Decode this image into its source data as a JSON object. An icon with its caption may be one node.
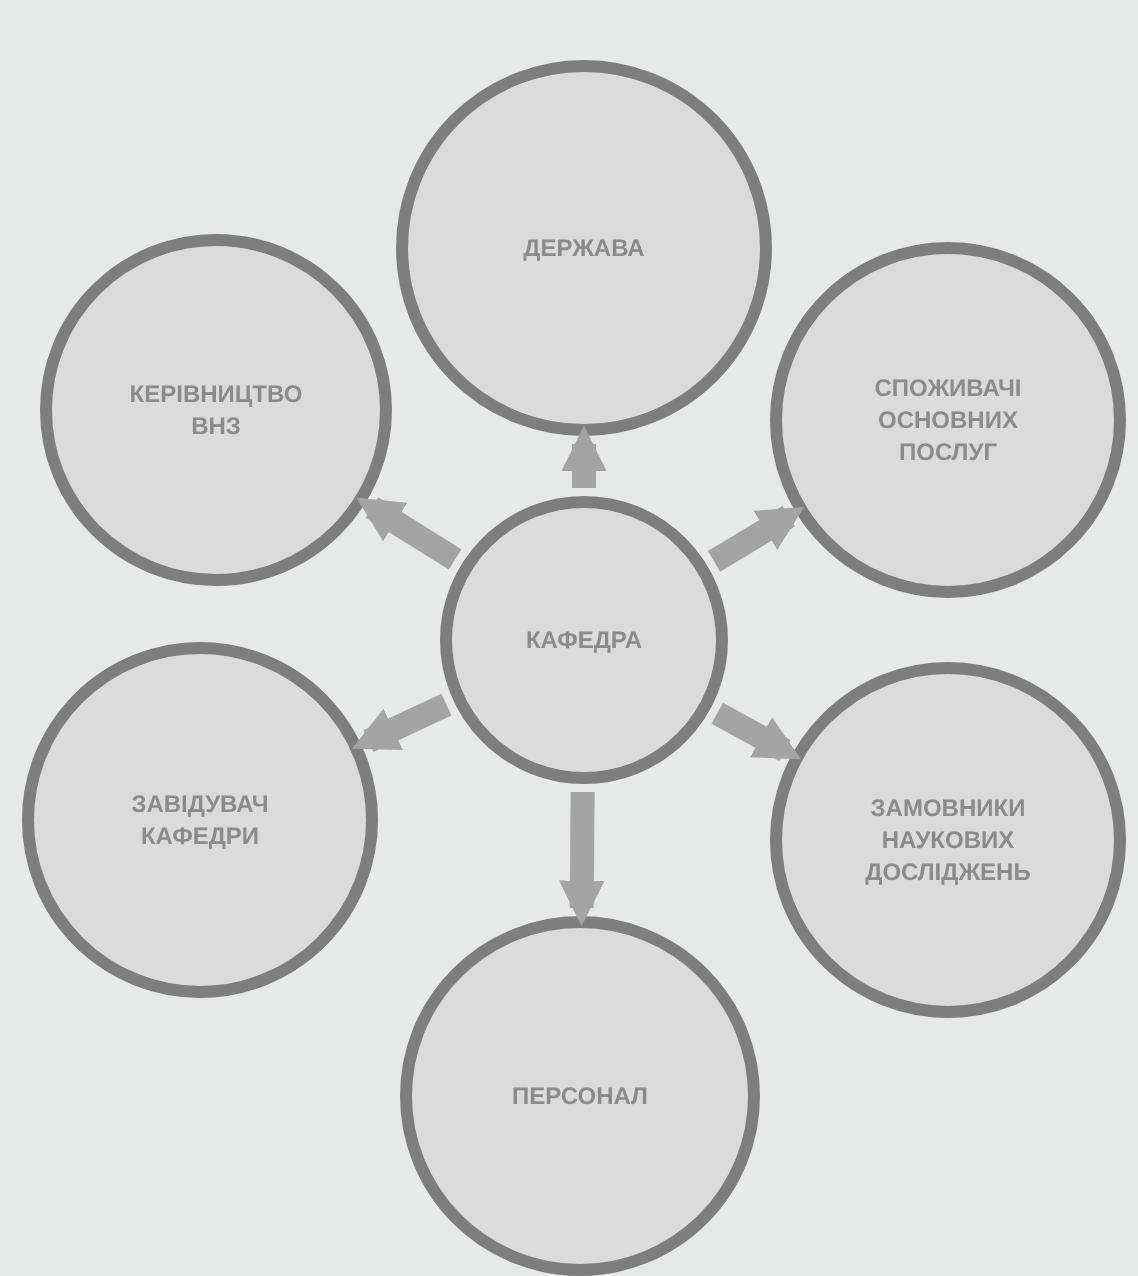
{
  "diagram": {
    "nodes": [
      {
        "text": [
          "ДЕРЖАВА"
        ]
      },
      {
        "text": [
          "КЕРІВНИЦТВО ВНЗ"
        ]
      },
      {
        "text": [
          "СПОЖИВАЧІ ОСНОВНИХ ПОСЛУГ"
        ]
      },
      {
        "text": [
          "КАФЕДРА"
        ]
      },
      {
        "text": [
          "ЗАВІДУВАЧ КАФЕДРИ"
        ]
      },
      {
        "text": [
          "ЗАМОВНИКИ НАУКОВИХ ДОСЛІДЖЕНЬ"
        ]
      },
      {
        "text": [
          "ПЕРСОНАЛ"
        ]
      }
    ],
    "edges": [
      {
        "from": 3,
        "to": 0,
        "arrow": "to"
      },
      {
        "from": 3,
        "to": 1,
        "arrow": "to"
      },
      {
        "from": 3,
        "to": 2,
        "arrow": "to"
      },
      {
        "from": 3,
        "to": 4,
        "arrow": "to"
      },
      {
        "from": 3,
        "to": 5,
        "arrow": "to"
      },
      {
        "from": 3,
        "to": 6,
        "arrow": "to"
      }
    ]
  }
}
